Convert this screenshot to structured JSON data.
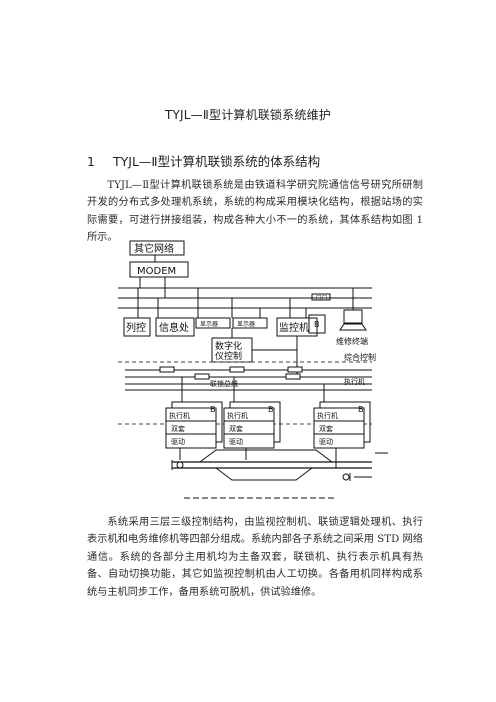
{
  "document": {
    "title": "TYJL—Ⅱ型计算机联锁系统维护",
    "section": {
      "number": "1",
      "heading": "TYJL—Ⅱ型计算机联锁系统的体系结构"
    },
    "paragraph1": "TYJL—Ⅱ型计算机联锁系统是由铁道科学研究院通信信号研究所研制开发的分布式多处理机系统，系统的构成采用模块化结构，根据站场的实际需要，可进行拼接组装，构成各种大小不一的系统，其体系结构如图 1 所示。",
    "paragraph2": "系统采用三层三级控制结构，由监视控制机、联锁逻辑处理机、执行表示机和电务维修机等四部分组成。系统内部各子系统之间采用 STD 网络通信。系统的各部分主用机均为主备双套，联锁机、执行表示机具有热备、自动切换功能，其它如监视控制机由人工切换。各备用机同样构成系统与主机同步工作，备用系统可脱机，供试验维修。"
  },
  "figure": {
    "labels": {
      "network": "其它网络",
      "modem": "MODEM",
      "train_control": "列控",
      "info_office": "信息处",
      "monitor": "监控机",
      "monitor_b": "B",
      "digital_ctrl_line1": "数字化",
      "digital_ctrl_line2": "仪控制",
      "display": "显示器",
      "maintenance": "维修终端",
      "comprehensive": "综合控制",
      "interlock_bus": "联锁总线",
      "exec": "执行机",
      "unit_b": "B",
      "unit_line1": "执行机",
      "unit_line2": "双套",
      "unit_line3": "驱动"
    }
  }
}
